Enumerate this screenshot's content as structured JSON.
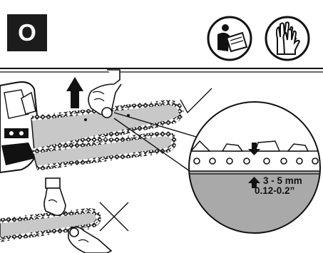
{
  "step": {
    "letter": "O"
  },
  "icons": [
    {
      "name": "read-manual-icon"
    },
    {
      "name": "gloves-icon"
    }
  ],
  "callout": {
    "measurement_mm": "3 - 5 mm",
    "measurement_in": "0.12-0.2”"
  },
  "marks": {
    "correct": "check-mark",
    "incorrect": "cross-mark"
  },
  "colors": {
    "header_block": "#1c1c1c",
    "bar_fill": "#c8c8c8",
    "callout_lower": "#a9a9a9",
    "line": "#111111"
  }
}
